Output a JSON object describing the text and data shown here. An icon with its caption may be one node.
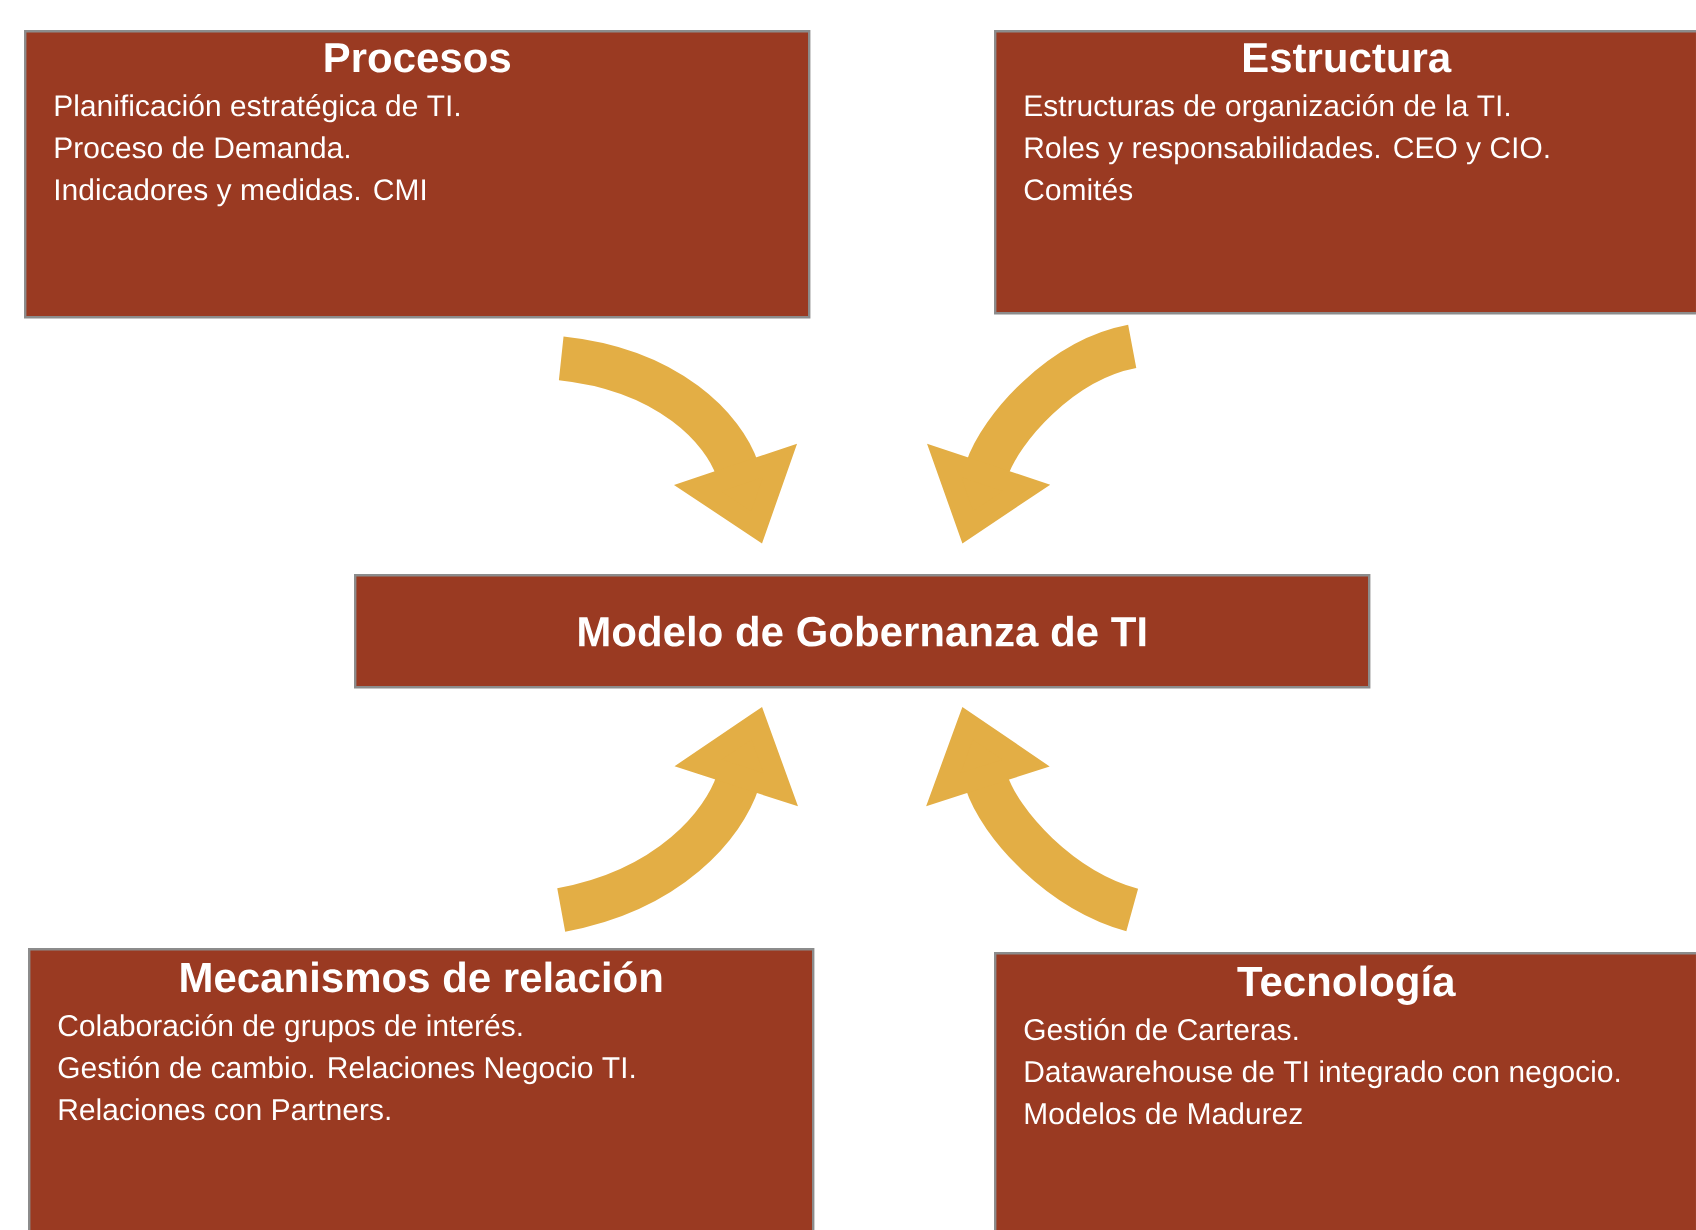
{
  "diagram": {
    "nodes": [
      {
        "text": [
          "Procesos",
          "Planificación estratégica de TI.",
          "Proceso de Demanda.",
          "Indicadores y medidas. CMI"
        ]
      },
      {
        "text": [
          "Estructura",
          "Estructuras de organización de la TI.",
          "Roles y responsabilidades. CEO y CIO.",
          "Comités"
        ]
      },
      {
        "text": [
          "Modelo de Gobernanza de TI"
        ]
      },
      {
        "text": [
          "Mecanismos de relación",
          "Colaboración de grupos de interés.",
          "Gestión de cambio. Relaciones Negocio TI.",
          "Relaciones con Partners."
        ]
      },
      {
        "text": [
          "Tecnología",
          "Gestión de Carteras.",
          "Datawarehouse de TI integrado con negocio. Modelos de Madurez"
        ]
      }
    ],
    "edges": [
      {
        "from": 0,
        "to": 2,
        "arrow": "to"
      },
      {
        "from": 1,
        "to": 2,
        "arrow": "to"
      },
      {
        "from": 3,
        "to": 2,
        "arrow": "to"
      },
      {
        "from": 4,
        "to": 2,
        "arrow": "to"
      }
    ]
  }
}
